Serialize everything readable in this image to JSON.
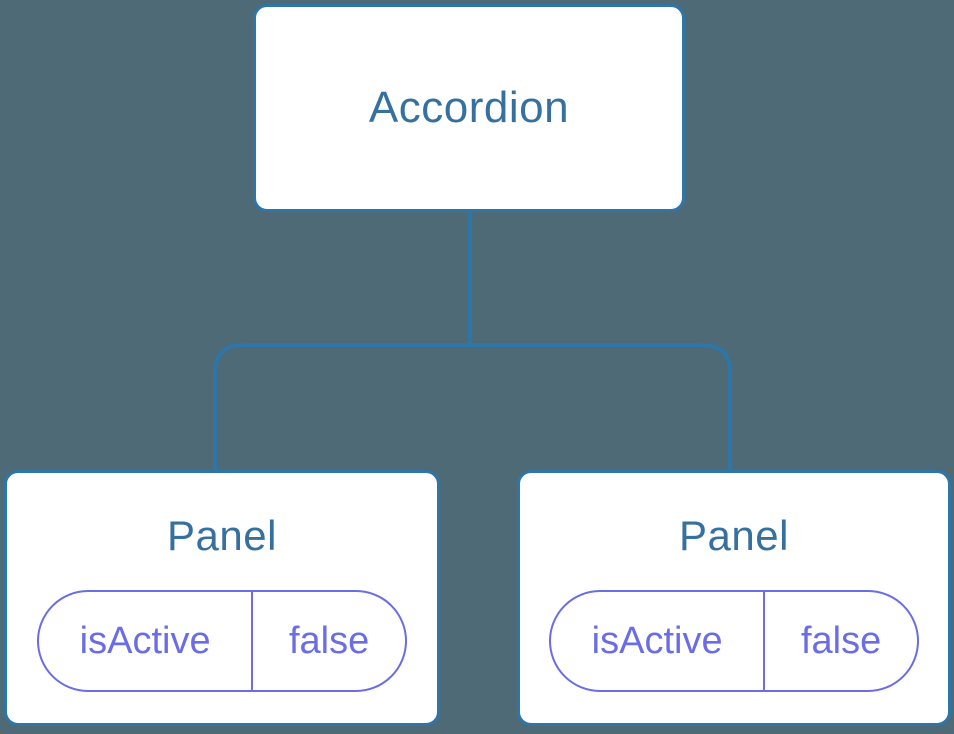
{
  "diagram": {
    "type": "component-tree",
    "colors": {
      "background": "#4D6A76",
      "connector": "#2E75A8",
      "node_border": "#2E75A8",
      "node_fill": "#FFFFFF",
      "node_title_text": "#35709E",
      "state_pill": "#6A6DE3"
    },
    "tree": {
      "root": {
        "title": "Accordion"
      },
      "children": [
        {
          "title": "Panel",
          "props": [
            {
              "name": "isActive",
              "value": "false"
            }
          ]
        },
        {
          "title": "Panel",
          "props": [
            {
              "name": "isActive",
              "value": "false"
            }
          ]
        }
      ]
    }
  }
}
